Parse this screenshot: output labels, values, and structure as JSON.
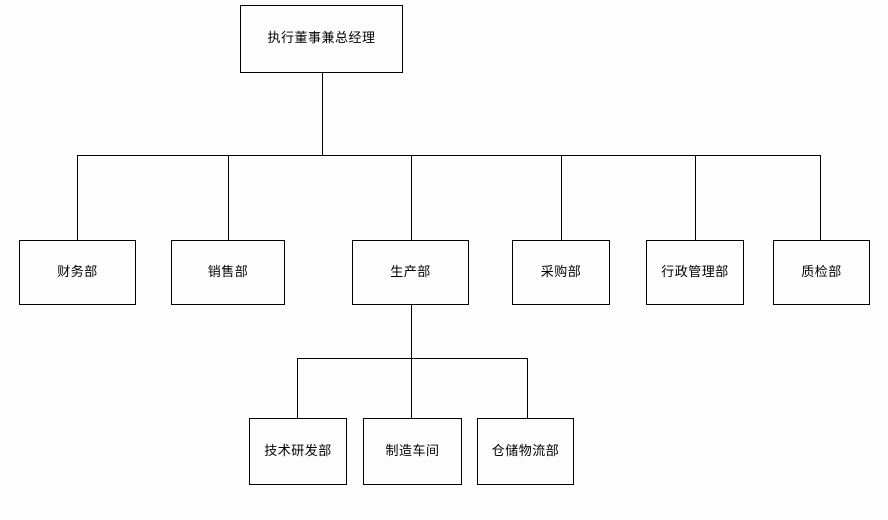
{
  "chart": {
    "type": "org-chart",
    "title": "",
    "background_color": "#fdfdfd",
    "line_color": "#000000",
    "text_color": "#000000",
    "levels": 3,
    "root": {
      "id": "ceo",
      "label": "执行董事兼总经理",
      "level": 1
    },
    "level2": [
      {
        "id": "finance",
        "label": "财务部",
        "level": 2
      },
      {
        "id": "sales",
        "label": "销售部",
        "level": 2
      },
      {
        "id": "production",
        "label": "生产部",
        "level": 2
      },
      {
        "id": "procurement",
        "label": "采购部",
        "level": 2
      },
      {
        "id": "administration",
        "label": "行政管理部",
        "level": 2
      },
      {
        "id": "quality",
        "label": "质检部",
        "level": 2
      }
    ],
    "level3": [
      {
        "id": "rnd",
        "label": "技术研发部",
        "level": 3,
        "parent": "production"
      },
      {
        "id": "workshop",
        "label": "制造车间",
        "level": 3,
        "parent": "production"
      },
      {
        "id": "logistics",
        "label": "仓储物流部",
        "level": 3,
        "parent": "production"
      }
    ]
  }
}
